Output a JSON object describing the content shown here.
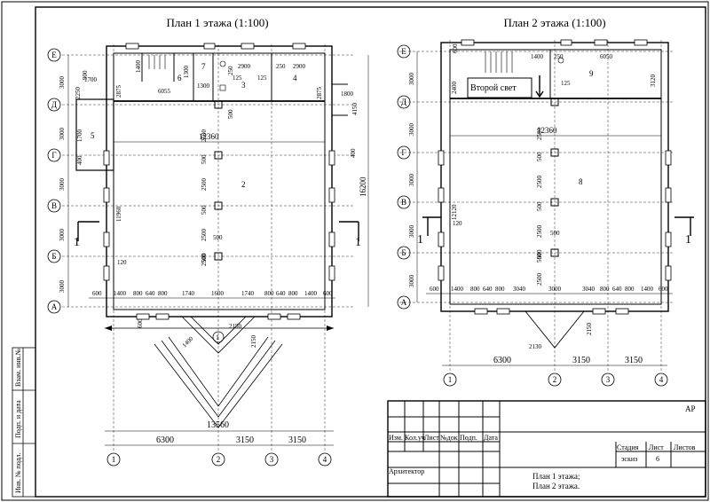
{
  "plans": {
    "plan1_title": "План 1 этажа (1:100)",
    "plan2_title": "План 2 этажа (1:100)"
  },
  "axes": {
    "letters": [
      "Е",
      "Д",
      "Г",
      "В",
      "Б",
      "А"
    ],
    "numbers": [
      "1",
      "2",
      "3",
      "4"
    ]
  },
  "plan1": {
    "rooms": [
      "6",
      "7",
      "3",
      "4",
      "5",
      "2",
      "1"
    ],
    "dims_left": [
      "3000",
      "3000",
      "3000",
      "3000",
      "3000"
    ],
    "dims_top": [
      "1400",
      "1300",
      "2900",
      "250",
      "2900"
    ],
    "dims_misc": [
      "6055",
      "1300",
      "125",
      "125",
      "2875",
      "2875",
      "250",
      "900",
      "1700",
      "2250",
      "1700",
      "400",
      "400",
      "12360",
      "16200",
      "11960",
      "1800",
      "4150"
    ],
    "dims_inner": [
      "2500",
      "500",
      "2500",
      "500",
      "2500",
      "500",
      "2500",
      "500",
      "500"
    ],
    "dims_bottom_row": [
      "600",
      "1400",
      "800",
      "640",
      "800",
      "1740",
      "1600",
      "1740",
      "800",
      "640",
      "800",
      "1400",
      "600"
    ],
    "overall": [
      "13560"
    ],
    "bottom_axes": [
      "6300",
      "3150",
      "3150"
    ],
    "porch": [
      "2150",
      "2150",
      "1400",
      "600",
      "120"
    ],
    "section_mark": "1"
  },
  "plan2": {
    "rooms": [
      "9",
      "8"
    ],
    "second_light": "Второй свет",
    "dims_left": [
      "3000",
      "3000",
      "3000",
      "3000",
      "3000"
    ],
    "dims_top": [
      "1400",
      "250",
      "6050"
    ],
    "dims_misc": [
      "2400",
      "3120",
      "12120",
      "12360",
      "125",
      "600",
      "120"
    ],
    "dims_inner": [
      "2500",
      "500",
      "2500",
      "500",
      "2500",
      "500",
      "2500",
      "500",
      "500"
    ],
    "dims_bottom_row": [
      "600",
      "1400",
      "800",
      "640",
      "800",
      "3040",
      "3000",
      "3040",
      "800",
      "640",
      "800",
      "1400",
      "600"
    ],
    "porch": [
      "2130",
      "2150"
    ],
    "bottom_axes": [
      "6300",
      "3150",
      "3150"
    ],
    "section_mark": "1"
  },
  "title_block": {
    "project_code": "АР",
    "col_izm": "Изм.",
    "col_koluch": "Кол.уч",
    "col_list": "Лист",
    "col_ndok": "№док",
    "col_podp": "Подп.",
    "col_data": "Дата",
    "architect": "Архитектор",
    "stage_hdr": "Стадия",
    "sheet_hdr": "Лист",
    "sheets_hdr": "Листов",
    "stage_val": "эскиз",
    "sheet_val": "6",
    "description_1": "План 1 этажа;",
    "description_2": "План 2 этажа."
  },
  "side_stamp": {
    "s1": "Взам. инв.№",
    "s2": "Подп. и дата",
    "s3": "Инв. № подл."
  }
}
